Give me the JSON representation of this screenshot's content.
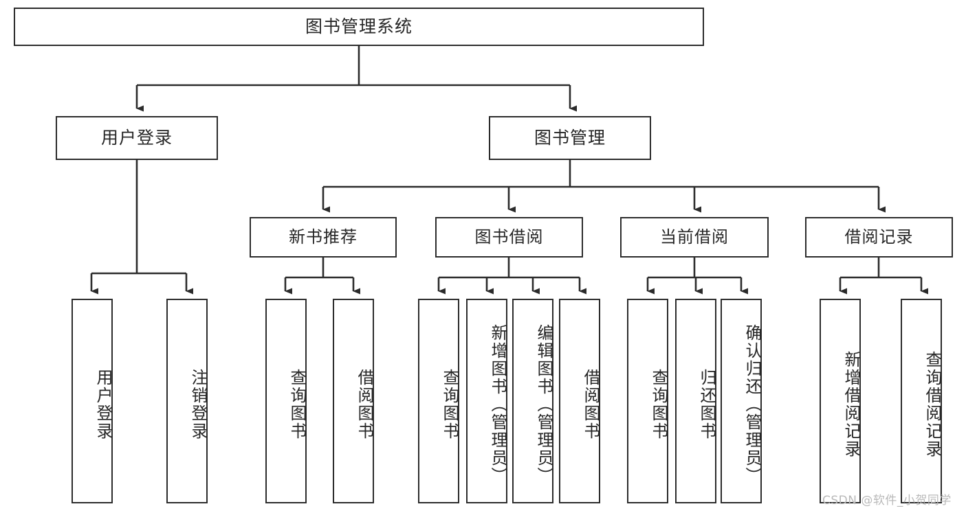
{
  "diagram": {
    "type": "tree-hierarchy",
    "title": "图书管理系统",
    "watermark": "CSDN @软件_小贺同学",
    "accent_color": "#2b2b2b",
    "background_color": "#ffffff",
    "nodes": {
      "root": {
        "label": "图书管理系统"
      },
      "level2": [
        {
          "label": "用户登录"
        },
        {
          "label": "图书管理"
        }
      ],
      "level3": [
        {
          "label": "新书推荐"
        },
        {
          "label": "图书借阅"
        },
        {
          "label": "当前借阅"
        },
        {
          "label": "借阅记录"
        }
      ],
      "leaves": {
        "user_login": [
          {
            "label": "用户登录"
          },
          {
            "label": "注销登录"
          }
        ],
        "new_book_recommend": [
          {
            "label": "查询图书"
          },
          {
            "label": "借阅图书"
          }
        ],
        "book_borrow": [
          {
            "label": "查询图书"
          },
          {
            "label": "新增图书（管理员）"
          },
          {
            "label": "编辑图书（管理员）"
          },
          {
            "label": "借阅图书"
          }
        ],
        "current_borrow": [
          {
            "label": "查询图书"
          },
          {
            "label": "归还图书"
          },
          {
            "label": "确认归还（管理员）"
          }
        ],
        "borrow_record": [
          {
            "label": "新增借阅记录"
          },
          {
            "label": "查询借阅记录"
          }
        ]
      }
    }
  }
}
